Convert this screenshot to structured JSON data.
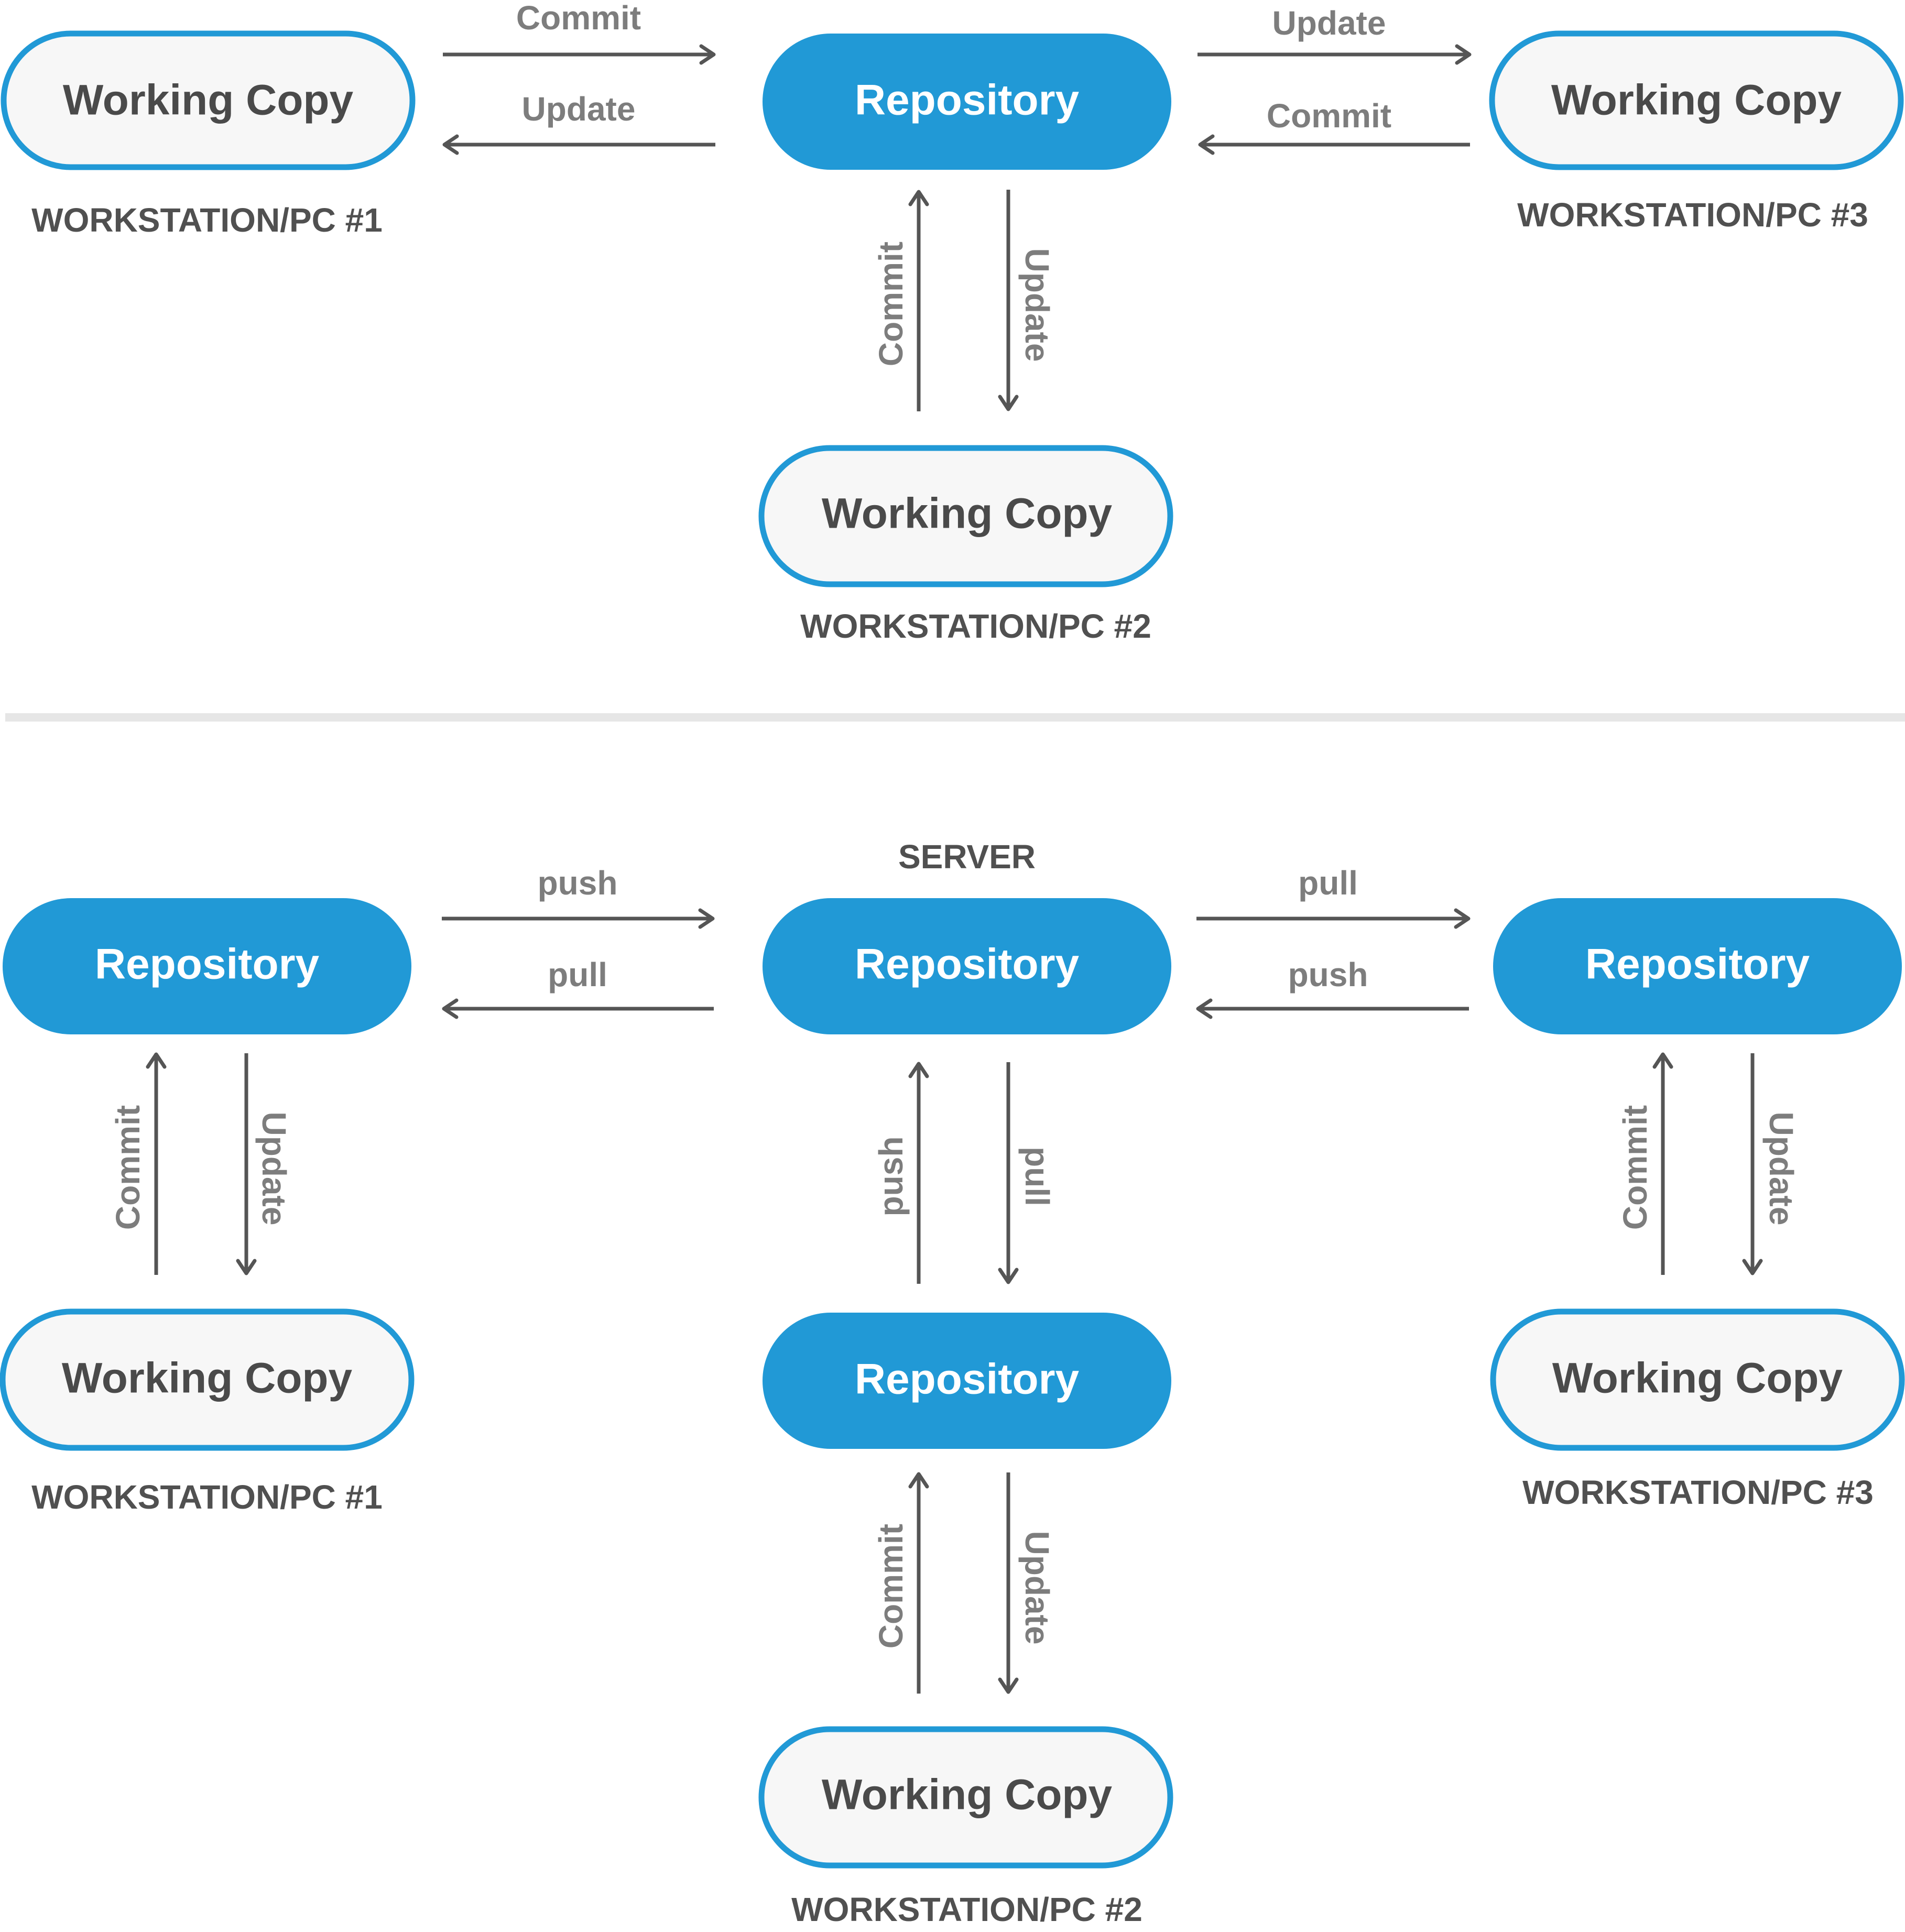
{
  "colors": {
    "repository_fill": "#2199d6",
    "working_copy_fill": "#f7f7f7",
    "working_copy_border": "#2199d6",
    "divider": "#e6e6e6",
    "arrow": "#555555",
    "edge_label": "#7d7d7d",
    "caption": "#505050"
  },
  "centralized": {
    "repository": {
      "label": "Repository"
    },
    "working_copy_1": {
      "label": "Working Copy",
      "caption": "WORKSTATION/PC #1"
    },
    "working_copy_2": {
      "label": "Working Copy",
      "caption": "WORKSTATION/PC #2"
    },
    "working_copy_3": {
      "label": "Working Copy",
      "caption": "WORKSTATION/PC #3"
    },
    "left_top_label": "Commit",
    "left_bottom_label": "Update",
    "right_top_label": "Update",
    "right_bottom_label": "Commit",
    "down_left_label": "Commit",
    "down_right_label": "Update"
  },
  "distributed": {
    "server_caption": "SERVER",
    "server_repository": {
      "label": "Repository"
    },
    "repository_1": {
      "label": "Repository"
    },
    "repository_2": {
      "label": "Repository"
    },
    "repository_3": {
      "label": "Repository"
    },
    "working_copy_1": {
      "label": "Working Copy",
      "caption": "WORKSTATION/PC #1"
    },
    "working_copy_2": {
      "label": "Working Copy",
      "caption": "WORKSTATION/PC #2"
    },
    "working_copy_3": {
      "label": "Working Copy",
      "caption": "WORKSTATION/PC #3"
    },
    "left_top_label": "push",
    "left_bottom_label": "pull",
    "right_top_label": "pull",
    "right_bottom_label": "push",
    "server_down_left_label": "push",
    "server_down_right_label": "pull",
    "left_up_label": "Commit",
    "left_down_label": "Update",
    "right_up_label": "Commit",
    "right_down_label": "Update",
    "center_up_label": "Commit",
    "center_down_label": "Update"
  }
}
